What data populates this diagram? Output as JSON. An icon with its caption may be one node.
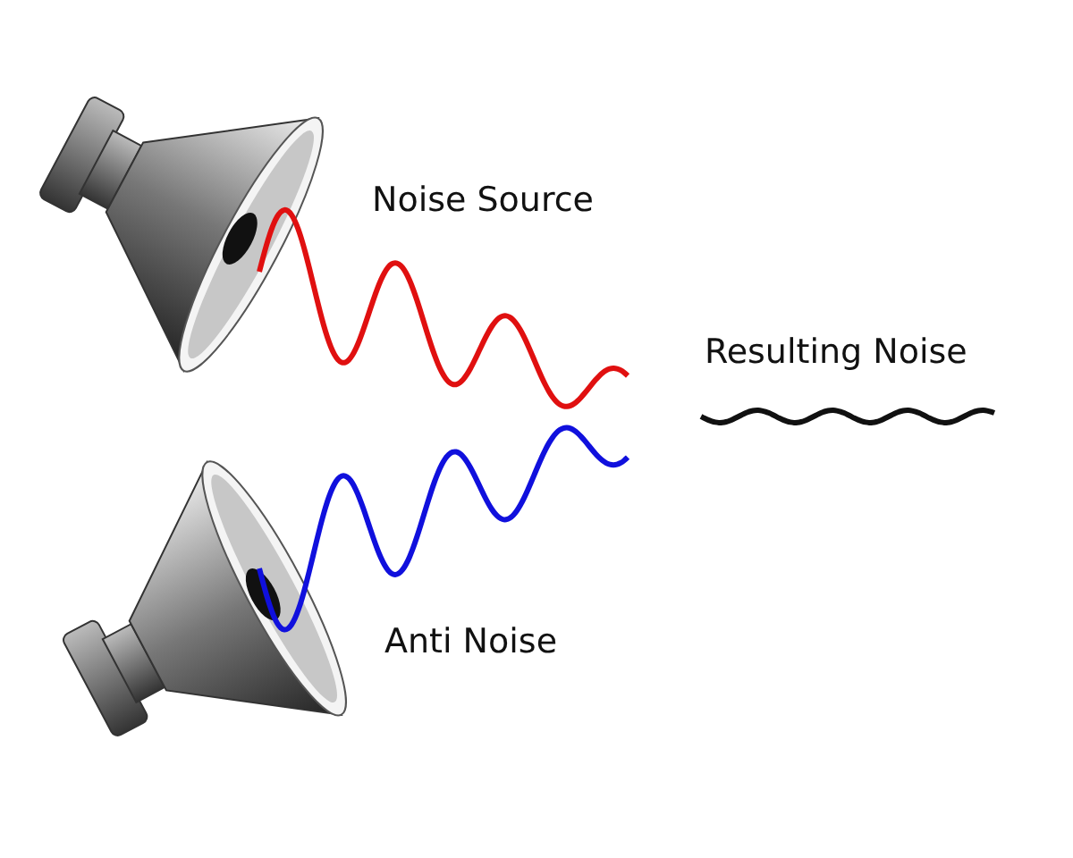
{
  "diagram": {
    "labels": [
      "Noise Source",
      "Resulting Noise",
      "Anti Noise"
    ]
  }
}
